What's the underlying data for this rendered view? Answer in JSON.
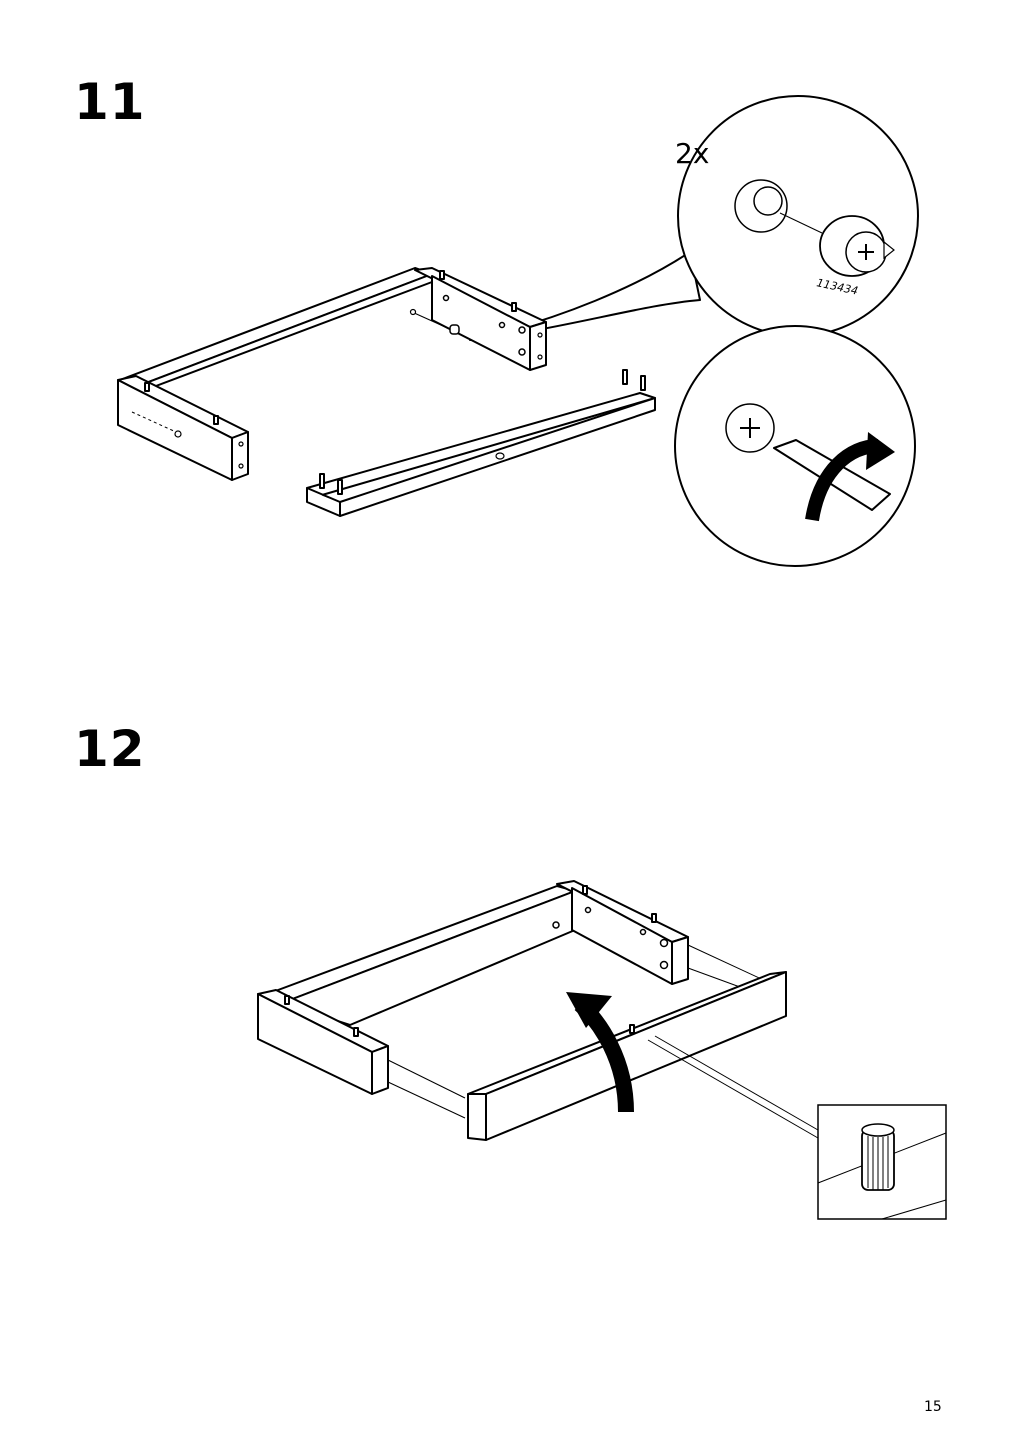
{
  "steps": [
    {
      "number": "11",
      "callout_quantity": "2x",
      "part_number": "113434"
    },
    {
      "number": "12"
    }
  ],
  "page_number": "15"
}
